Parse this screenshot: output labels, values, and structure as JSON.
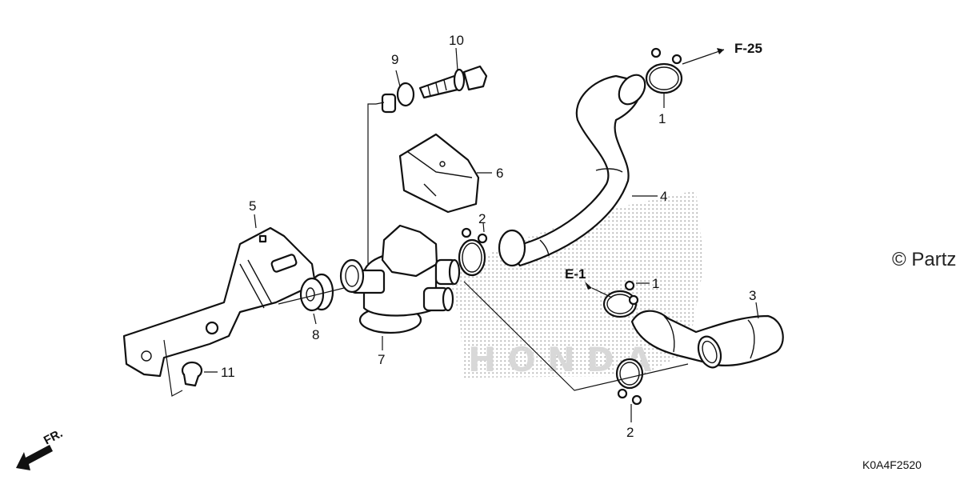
{
  "callouts": {
    "c1a": "1",
    "c1b": "1",
    "c2a": "2",
    "c2b": "2",
    "c3": "3",
    "c4": "4",
    "c5": "5",
    "c6": "6",
    "c7": "7",
    "c8": "8",
    "c9": "9",
    "c10": "10",
    "c11": "11"
  },
  "refs": {
    "f25": "F-25",
    "e1": "E-1"
  },
  "front_label": "FR.",
  "diagram_code": "K0A4F2520",
  "copyright": "© Partz",
  "watermark_text": "HONDA"
}
